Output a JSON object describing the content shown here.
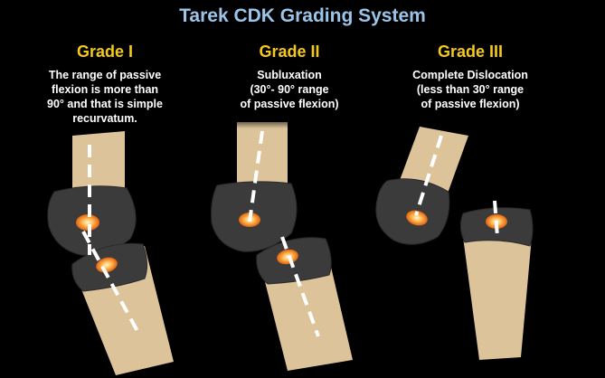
{
  "title": "Tarek CDK Grading System",
  "grades": [
    {
      "label": "Grade I",
      "description": "The range of passive\nflexion is more than\n90° and that is simple\nrecurvatum."
    },
    {
      "label": "Grade II",
      "description": "Subluxation\n(30°- 90° range\nof passive flexion)"
    },
    {
      "label": "Grade III",
      "description": "Complete Dislocation\n(less than 30° range\nof passive flexion)"
    }
  ],
  "colors": {
    "title": "#9bc5e8",
    "grade_label": "#f4c81c",
    "bone": "#dcc39a",
    "cartilage": "#3b3b3b",
    "growth_center": "#f07a1c",
    "axis_line": "#ffffff"
  }
}
